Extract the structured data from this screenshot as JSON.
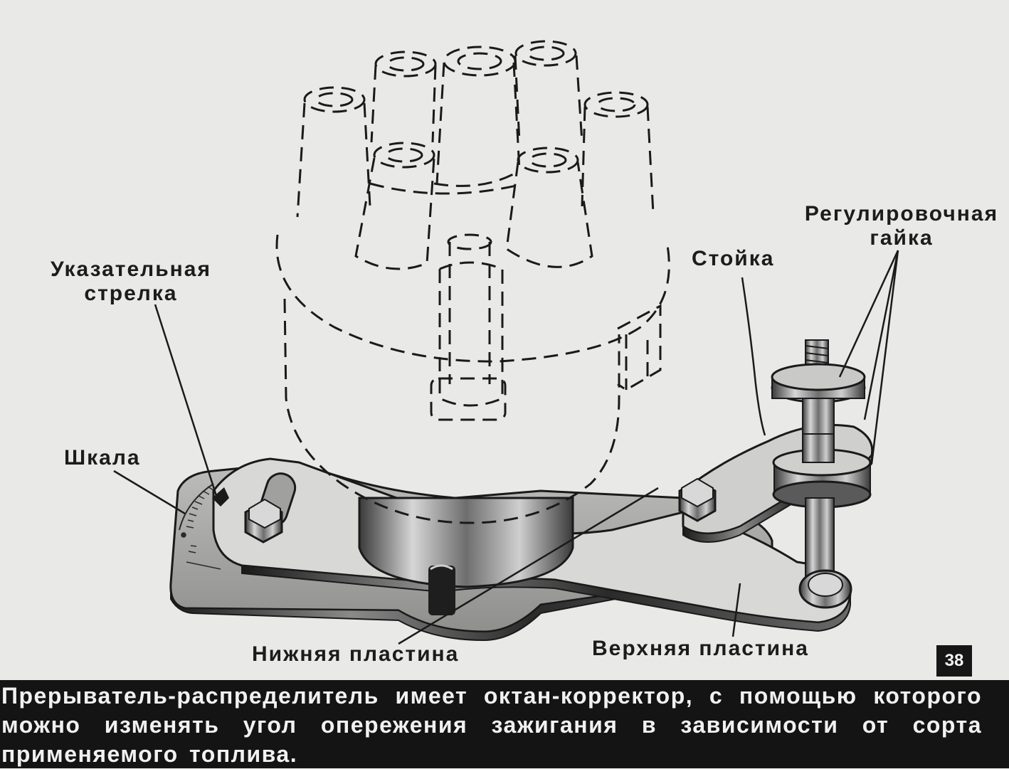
{
  "labels": {
    "pointer": "Указательная\nстрелка",
    "scale": "Шкала",
    "bracket": "Стойка",
    "adjusting_nut": "Регулировочная\nгайка",
    "lower_plate": "Нижняя пластина",
    "upper_plate": "Верхняя пластина"
  },
  "frame_number": "38",
  "caption": "Прерыватель-распределитель имеет октан-корректор, с помощью которого можно изменять угол опережения зажигания в зависимости от сорта применяемого топлива.",
  "colors": {
    "background": "#e9e9e7",
    "ink": "#1c1c1c",
    "caption_bar": "#141414",
    "caption_text": "#f1f1f1"
  }
}
